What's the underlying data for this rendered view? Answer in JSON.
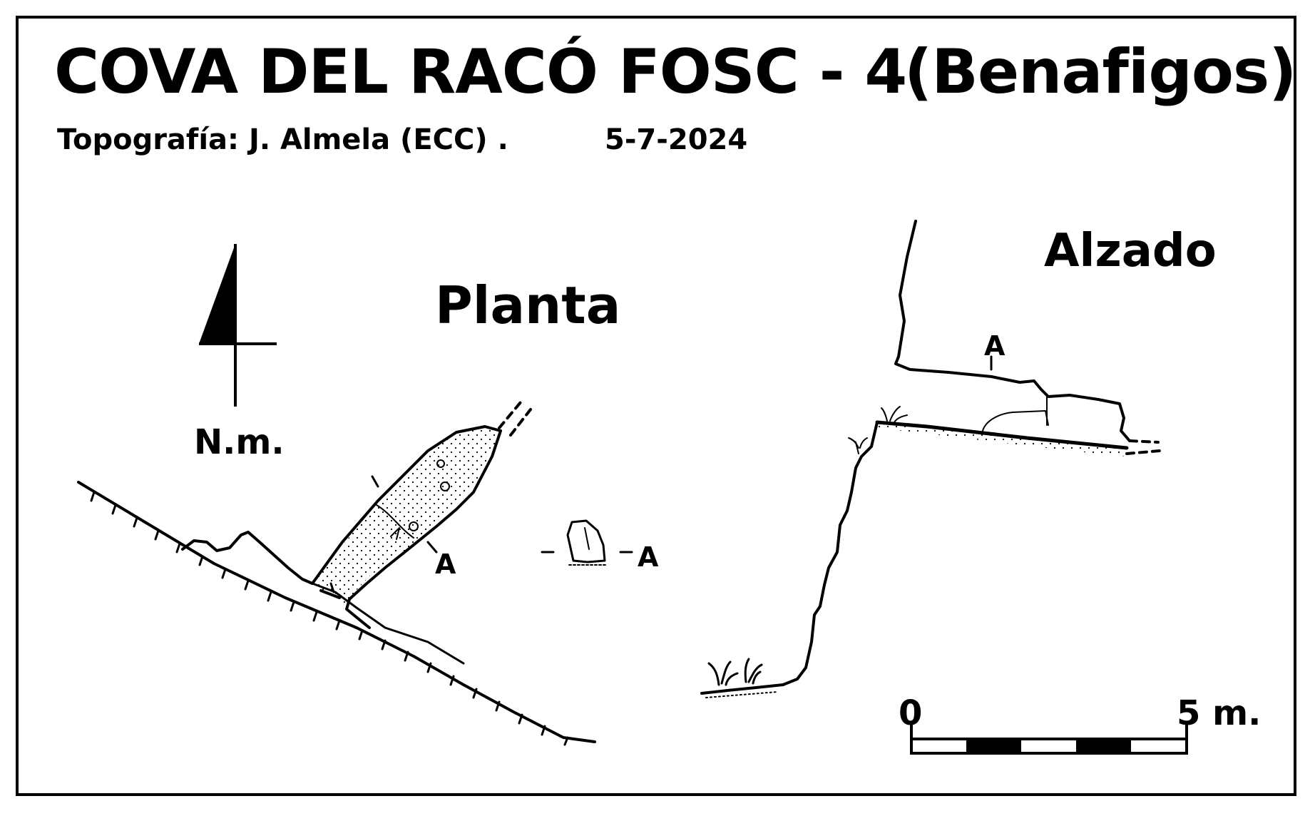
{
  "title": "COVA DEL RACÓ FOSC  -  4",
  "title_location": "(Benafigos)",
  "survey_credit": "Topografía:  J. Almela  (ECC)    .",
  "survey_date": "5-7-2024",
  "plan_label": "Planta",
  "elevation_label": "Alzado",
  "north_label": "N.m.",
  "section_marker": "A",
  "scale": {
    "start_label": "0",
    "end_label": "5 m."
  }
}
